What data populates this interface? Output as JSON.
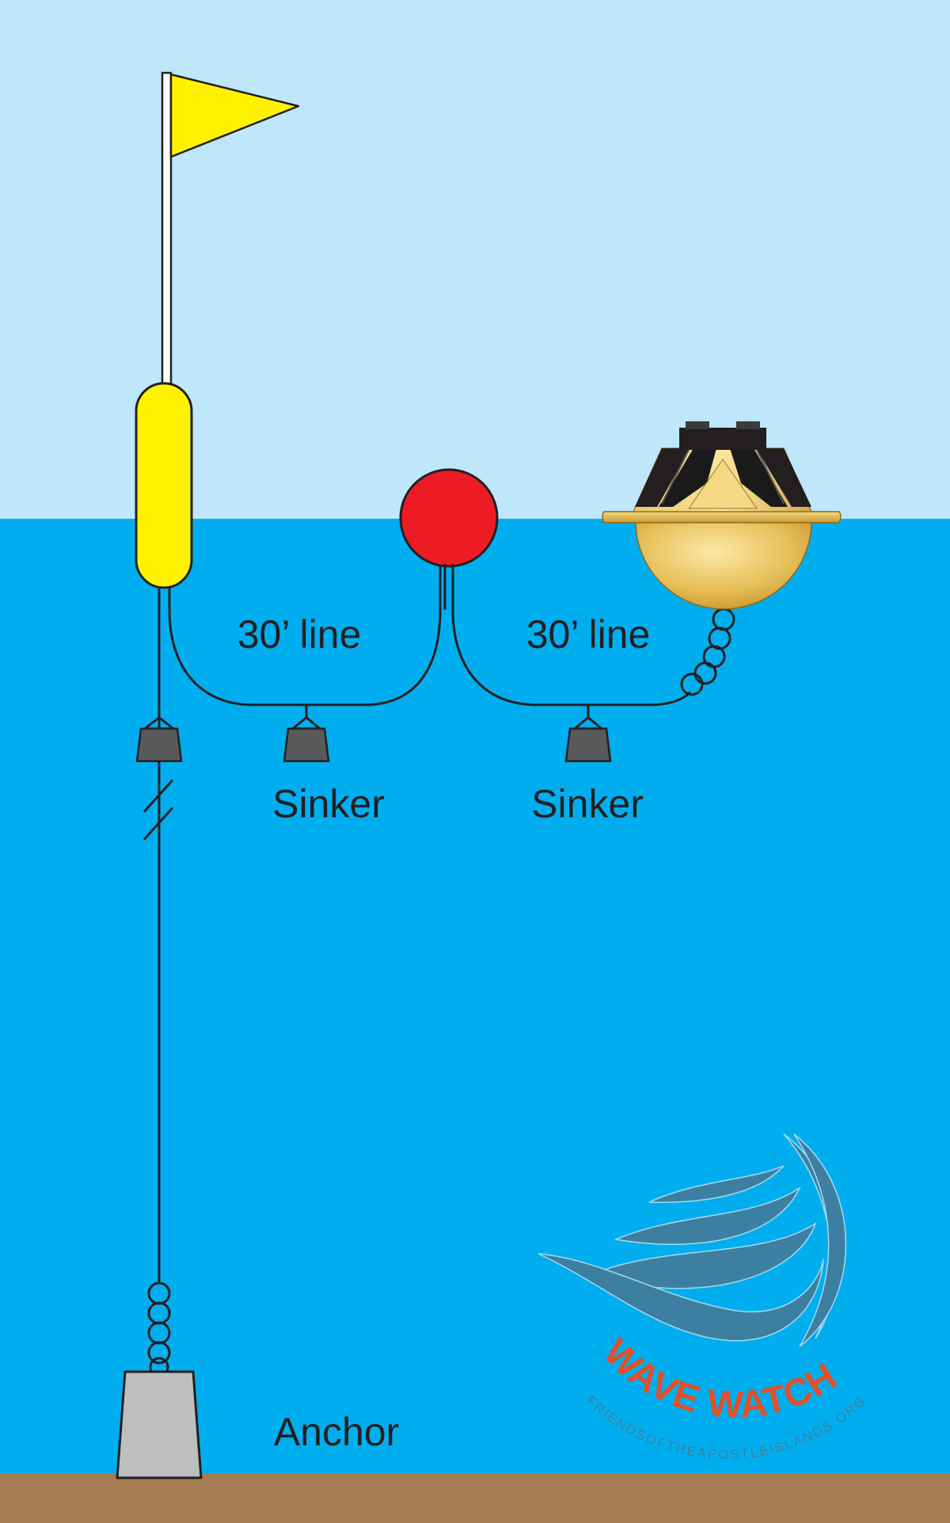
{
  "labels": {
    "line_left": "30’ line",
    "line_right": "30’ line",
    "sinker_left": "Sinker",
    "sinker_right": "Sinker",
    "anchor": "Anchor"
  },
  "logo": {
    "title": "WAVE WATCH",
    "url": "FRIENDSOFTHEAPOSTLEISLANDS.ORG"
  },
  "colors": {
    "sky": "#bfe6fb",
    "water": "#00aeef",
    "seabed": "#a67c52",
    "flag": "#fff200",
    "marker_buoy": "#fff200",
    "float_ball": "#ed1c24",
    "sinker": "#58595b",
    "anchor": "#bcbec0",
    "wave_buoy": "#e8c05a",
    "logo_wave": "#3d7fa0",
    "logo_text": "#e0502a"
  }
}
